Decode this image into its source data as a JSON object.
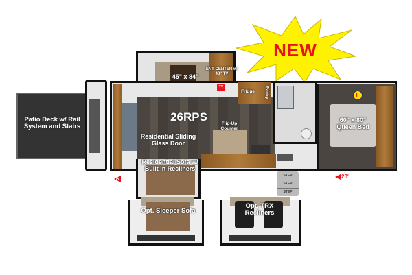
{
  "badge": {
    "text": "NEW",
    "fill": "#fff200",
    "text_color": "#e8141b"
  },
  "model": "26RPS",
  "labels": {
    "patio": "Patio Deck w/ Rail System and Stairs",
    "bed_size": "45\" x 84\"",
    "ent_center": "ENT CENTER w/ 48\" TV",
    "tv_marker": "TV",
    "fridge": "Fridge",
    "pantry": "Pantry",
    "flip_up": "Flip-Up Counter",
    "sliding_door": "Residential Sliding Glass Door",
    "res_sofa": "Residential Sofa w/ Built in Recliners",
    "queen_bed": "60\" x 80\" Queen Bed",
    "fireplace_marker": "F",
    "steps": [
      "STEP",
      "STEP",
      "STEP"
    ],
    "opt_sofa": "Opt. Sleeper Sofa",
    "opt_trx": "Opt. TRX Recliners",
    "marker_a": "A",
    "dimension": "20'"
  },
  "colors": {
    "accent": "#e8141b",
    "deck": "#333333",
    "wall": "#111111"
  }
}
